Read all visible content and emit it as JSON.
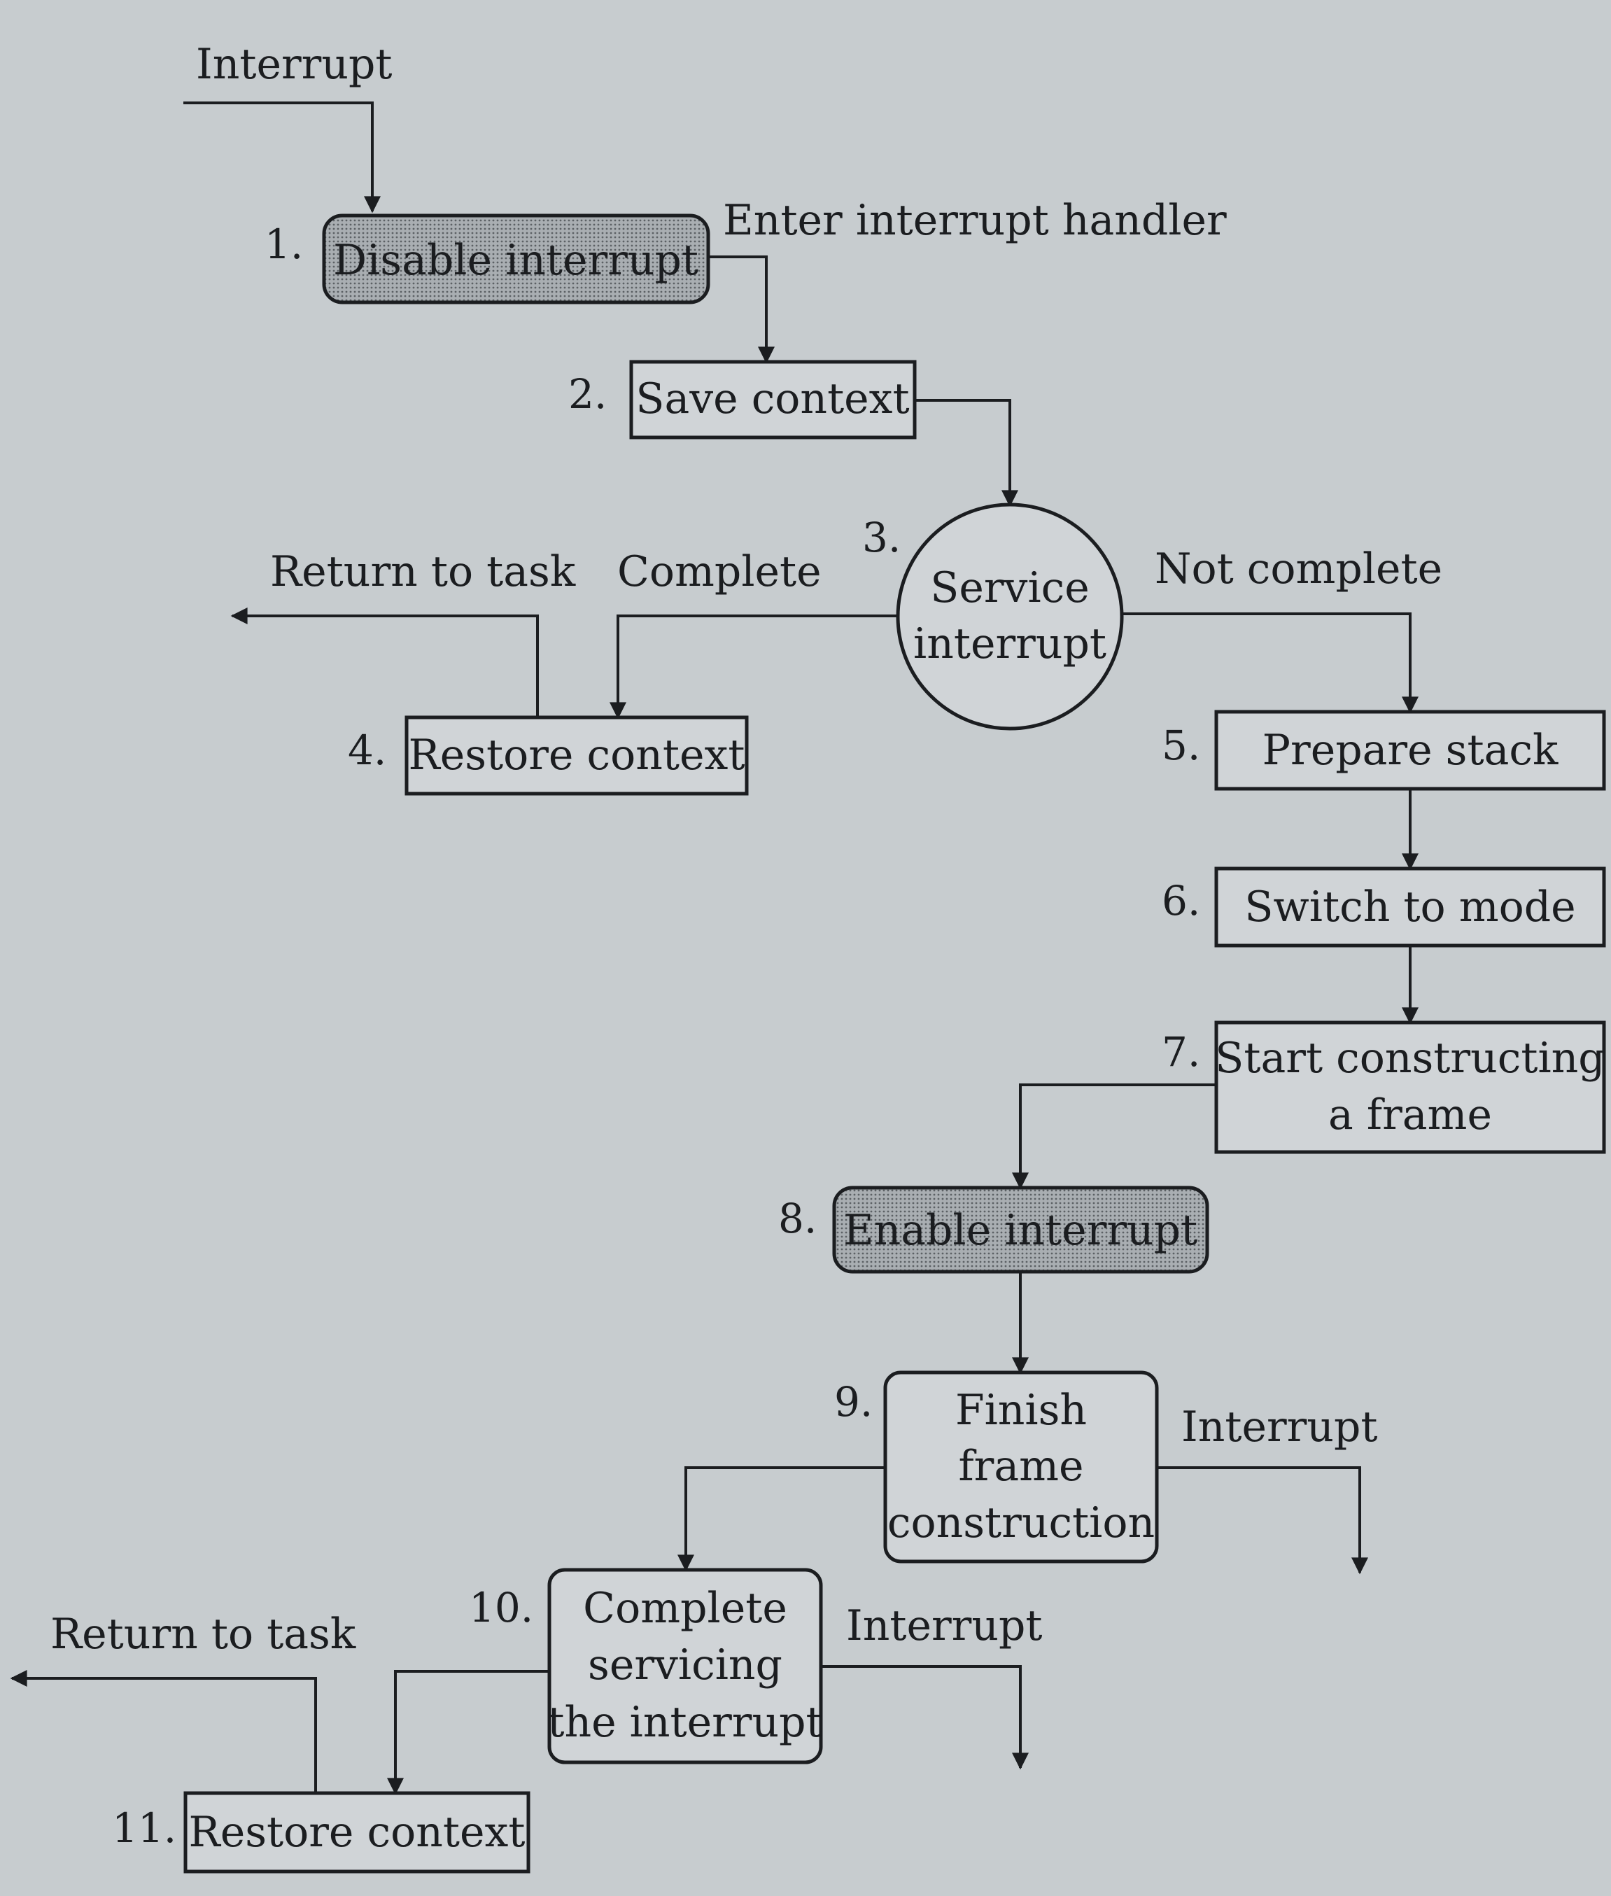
{
  "colors": {
    "background": "#c7cccf",
    "ink": "#1b1d20",
    "box_fill": "#d0d4d7",
    "shaded_fill": "#9ea3a7"
  },
  "nodes": [
    {
      "id": "n1",
      "number": "1.",
      "lines": [
        "Disable interrupt"
      ],
      "shape": "rounded-shaded"
    },
    {
      "id": "n2",
      "number": "2.",
      "lines": [
        "Save context"
      ],
      "shape": "rect"
    },
    {
      "id": "n3",
      "number": "3.",
      "lines": [
        "Service",
        "interrupt"
      ],
      "shape": "circle"
    },
    {
      "id": "n4",
      "number": "4.",
      "lines": [
        "Restore context"
      ],
      "shape": "rect"
    },
    {
      "id": "n5",
      "number": "5.",
      "lines": [
        "Prepare stack"
      ],
      "shape": "rect"
    },
    {
      "id": "n6",
      "number": "6.",
      "lines": [
        "Switch to mode"
      ],
      "shape": "rect"
    },
    {
      "id": "n7",
      "number": "7.",
      "lines": [
        "Start constructing",
        "a frame"
      ],
      "shape": "rect"
    },
    {
      "id": "n8",
      "number": "8.",
      "lines": [
        "Enable interrupt"
      ],
      "shape": "rounded-shaded"
    },
    {
      "id": "n9",
      "number": "9.",
      "lines": [
        "Finish",
        "frame",
        "construction"
      ],
      "shape": "rounded"
    },
    {
      "id": "n10",
      "number": "10.",
      "lines": [
        "Complete",
        "servicing",
        "the interrupt"
      ],
      "shape": "rounded"
    },
    {
      "id": "n11",
      "number": "11.",
      "lines": [
        "Restore context"
      ],
      "shape": "rect"
    }
  ],
  "edge_labels": {
    "interrupt_in": "Interrupt",
    "enter_handler": "Enter interrupt handler",
    "complete": "Complete",
    "not_complete": "Not complete",
    "return_to_task_1": "Return to task",
    "interrupt_9": "Interrupt",
    "interrupt_10": "Interrupt",
    "return_to_task_2": "Return to task"
  }
}
